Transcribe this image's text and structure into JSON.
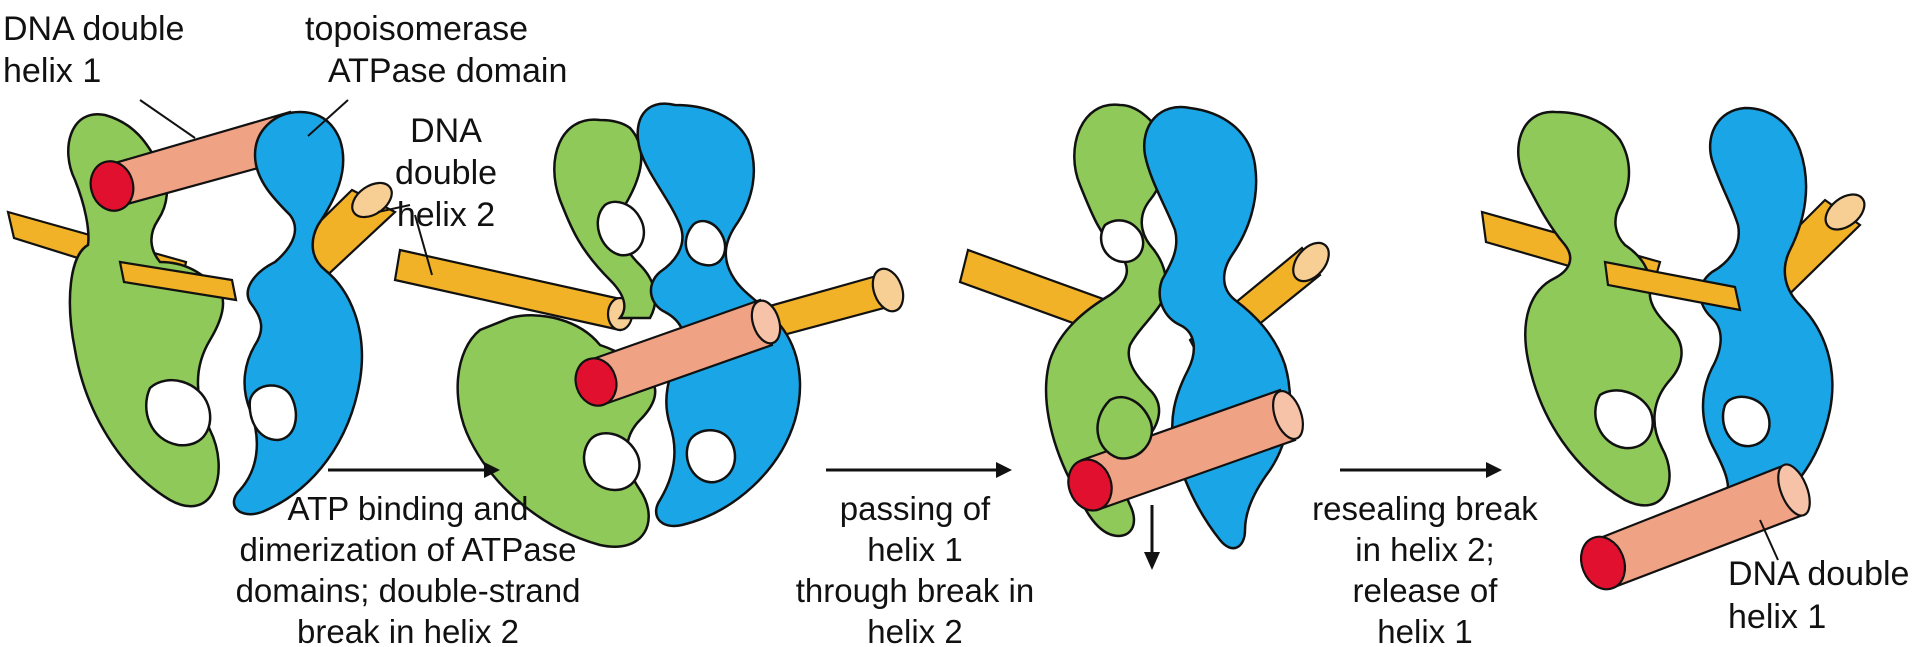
{
  "labels": {
    "dna_helix1_top_line1": "DNA double",
    "dna_helix1_top_line2": "helix 1",
    "topo_line1": "topoisomerase",
    "topo_line2": "ATPase domain",
    "dna_helix2_line1": "DNA",
    "dna_helix2_line2": "double",
    "dna_helix2_line3": "helix 2",
    "dna_helix1_bottom_line1": "DNA double",
    "dna_helix1_bottom_line2": "helix 1"
  },
  "steps": [
    {
      "lines": [
        "ATP binding and",
        "dimerization of ATPase",
        "domains; double-strand",
        "break in helix 2"
      ]
    },
    {
      "lines": [
        "passing of",
        "helix 1",
        "through break in",
        "helix 2"
      ]
    },
    {
      "lines": [
        "resealing break",
        "in helix 2;",
        "release of",
        "helix 1"
      ]
    }
  ],
  "colors": {
    "green_subunit": "#8ec95a",
    "blue_subunit": "#1aa6e6",
    "helix2_yellow": "#f1b228",
    "helix1_salmon": "#f0a285",
    "helix1_end_red": "#e0102e"
  }
}
